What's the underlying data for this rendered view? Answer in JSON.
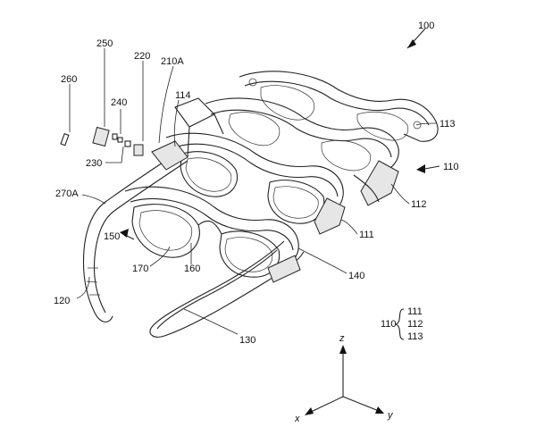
{
  "labels": {
    "l100": "100",
    "l250": "250",
    "l220": "220",
    "l210a": "210A",
    "l260": "260",
    "l240": "240",
    "l114": "114",
    "l113": "113",
    "l110": "110",
    "l230": "230",
    "l270a": "270A",
    "l112": "112",
    "l150": "150",
    "l111": "111",
    "l170": "170",
    "l160": "160",
    "l140": "140",
    "l120": "120",
    "l130": "130"
  },
  "legend": {
    "group": "110",
    "items": [
      "111",
      "112",
      "113"
    ]
  },
  "axes": {
    "z": "z",
    "x": "x",
    "y": "y"
  }
}
